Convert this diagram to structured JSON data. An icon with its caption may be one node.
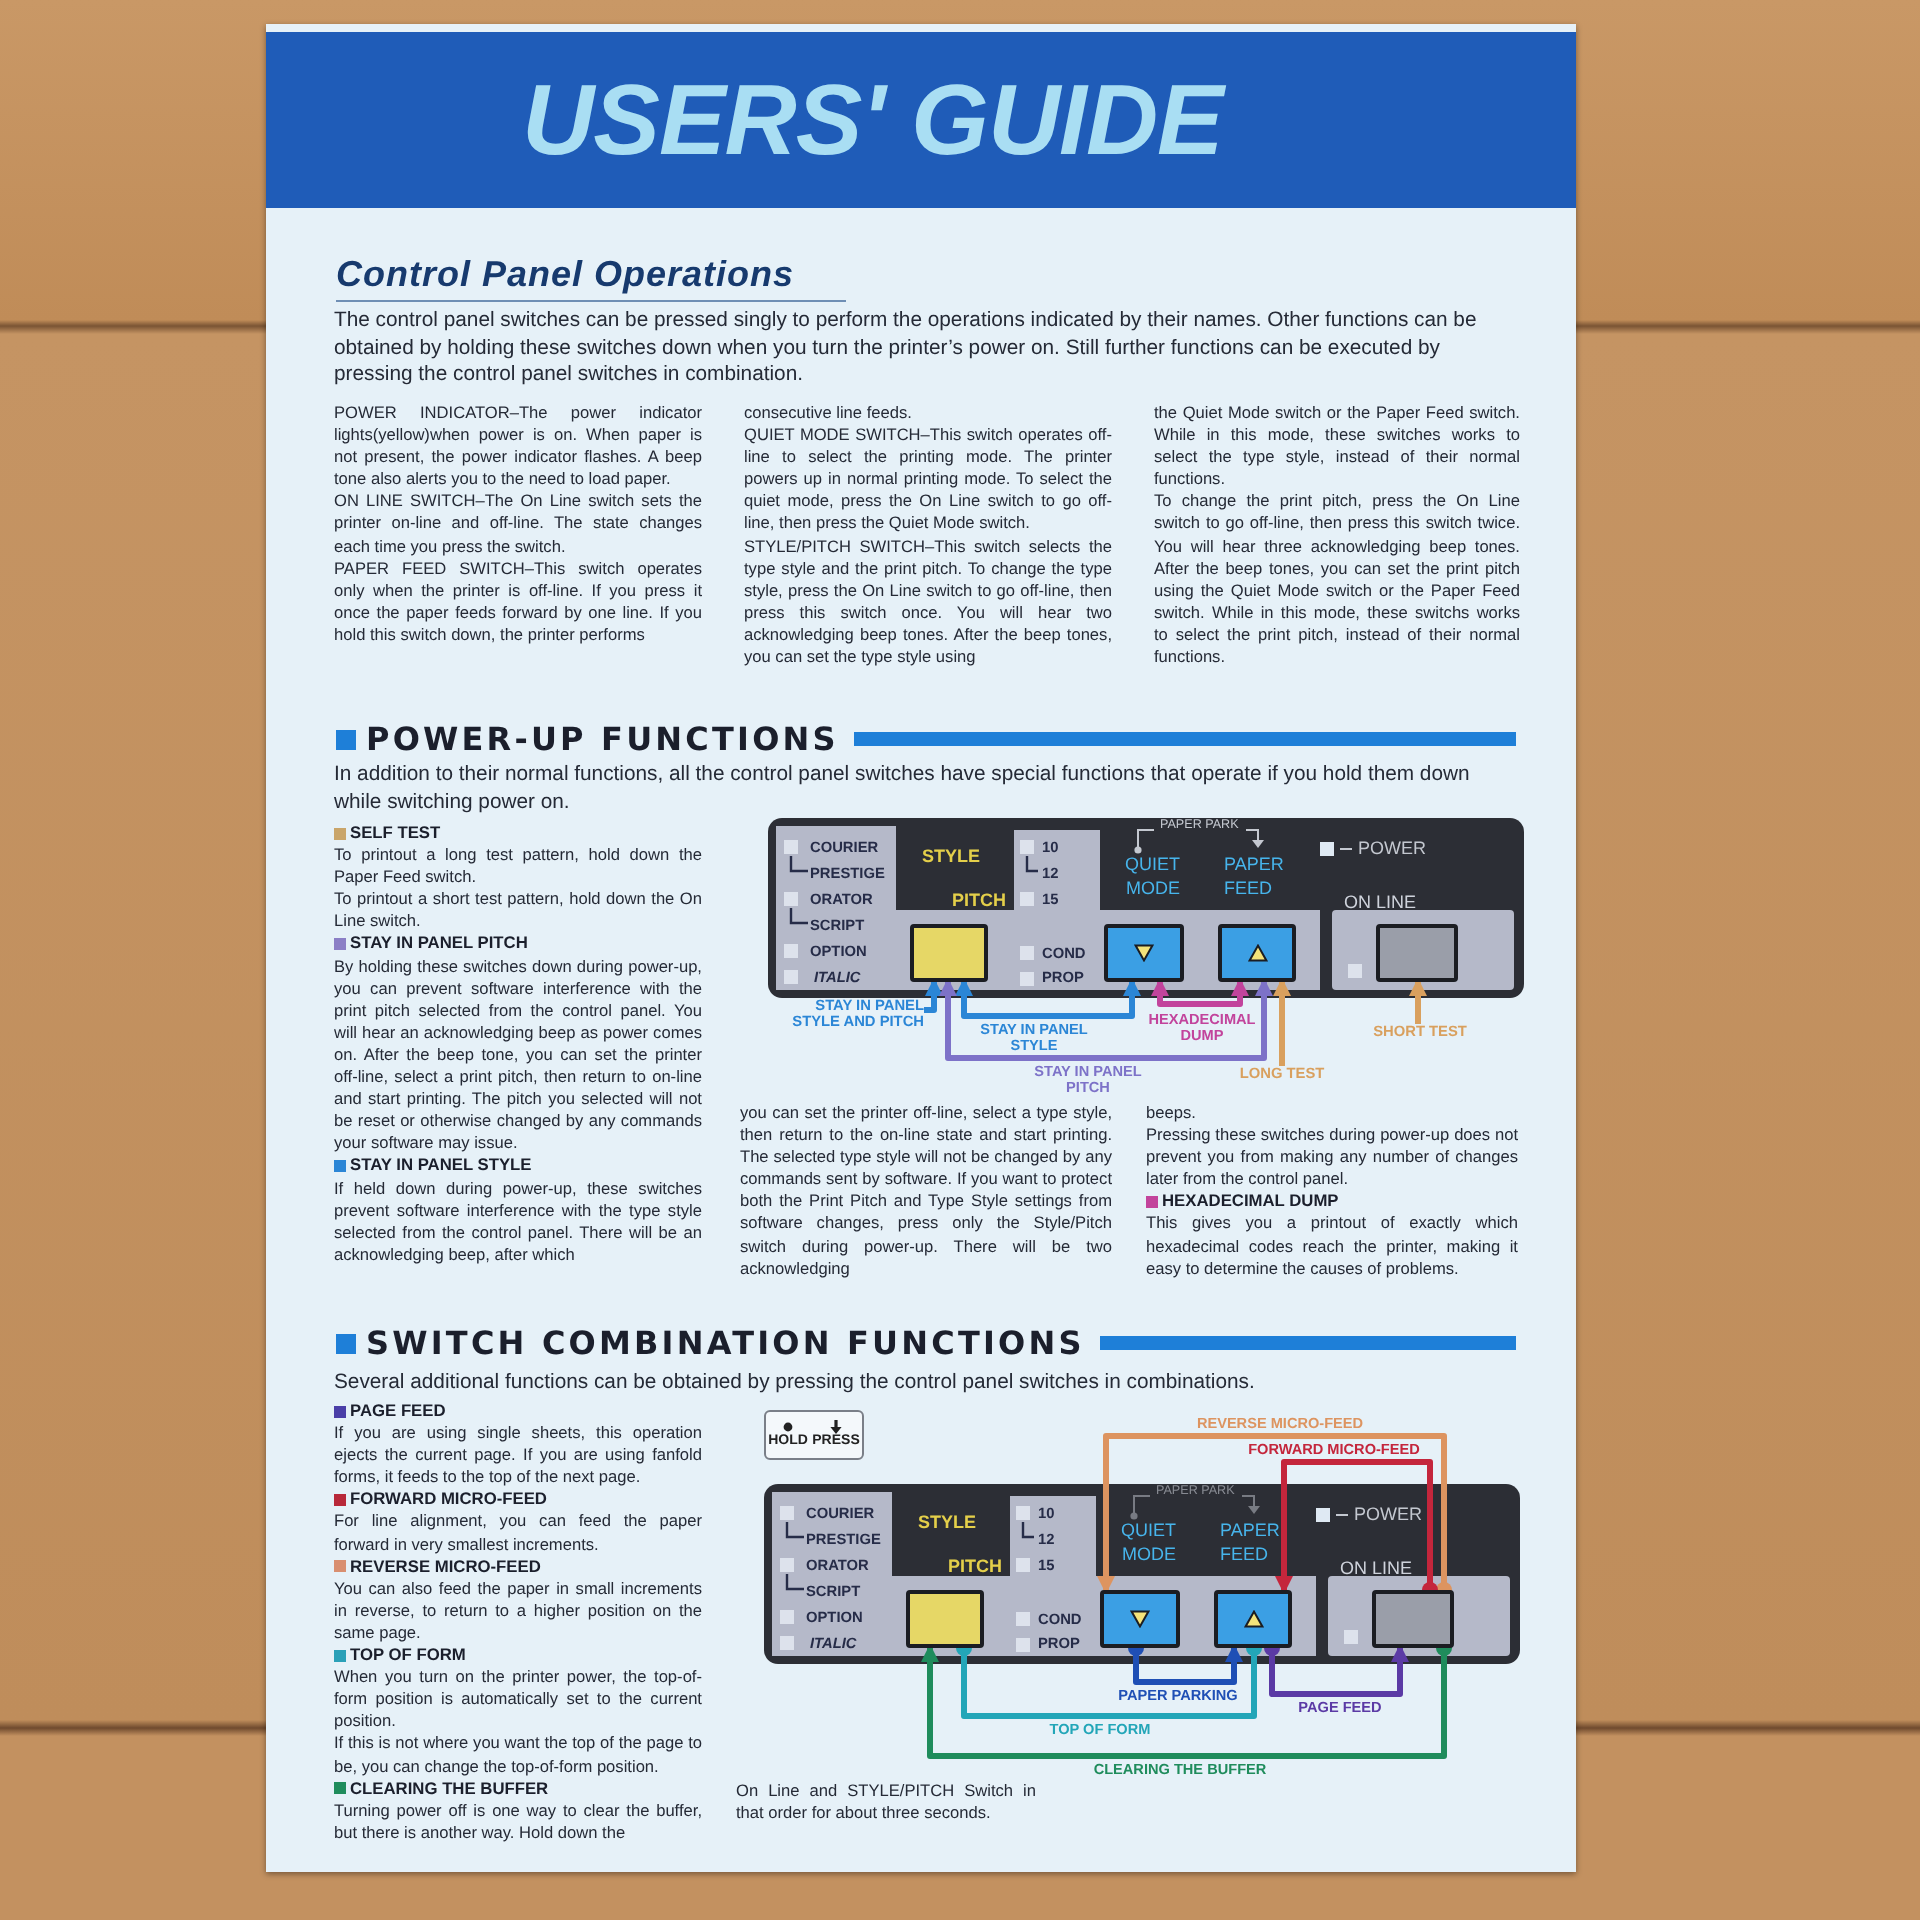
{
  "diagram": {
    "title": "USERS' GUIDE",
    "nodes": [
      {
        "text": [
          "STYLE",
          "PITCH"
        ]
      },
      {
        "text": [
          "QUIET MODE"
        ]
      },
      {
        "text": [
          "PAPER FEED"
        ]
      },
      {
        "text": [
          "ON LINE"
        ]
      },
      {
        "text": [
          "STAY IN PANEL STYLE AND PITCH"
        ]
      },
      {
        "text": [
          "LONG TEST"
        ]
      },
      {
        "text": [
          "SHORT TEST"
        ]
      },
      {
        "text": [
          "STYLE",
          "PITCH"
        ]
      },
      {
        "text": [
          "QUIET MODE"
        ]
      },
      {
        "text": [
          "PAPER FEED"
        ]
      },
      {
        "text": [
          "ON LINE"
        ]
      }
    ],
    "edges": [
      {
        "from": 4,
        "to": 0,
        "arrow": "to",
        "color": "#2b86d6"
      },
      {
        "from": 0,
        "to": 1,
        "arrow": "both",
        "label": "STAY IN PANEL STYLE",
        "color": "#2b86d6"
      },
      {
        "from": 1,
        "to": 2,
        "arrow": "both",
        "label": "HEXADECIMAL DUMP",
        "color": "#c2449c"
      },
      {
        "from": 0,
        "to": 2,
        "arrow": "both",
        "label": "STAY IN PANEL PITCH",
        "color": "#7d72c8"
      },
      {
        "from": 5,
        "to": 2,
        "arrow": "to",
        "color": "#d9a05e"
      },
      {
        "from": 6,
        "to": 3,
        "arrow": "to",
        "color": "#d9a05e"
      },
      {
        "from": 10,
        "to": 8,
        "arrow": "to",
        "label": "REVERSE MICRO-FEED",
        "color": "#dd9460"
      },
      {
        "from": 10,
        "to": 9,
        "arrow": "to",
        "label": "FORWARD MICRO-FEED",
        "color": "#c4263c"
      },
      {
        "from": 8,
        "to": 9,
        "arrow": "to",
        "label": "PAPER PARKING",
        "color": "#1f4fb5"
      },
      {
        "from": 9,
        "to": 10,
        "arrow": "to",
        "label": "PAGE FEED",
        "color": "#5b3aa5"
      },
      {
        "from": 7,
        "to": 9,
        "arrow": "other",
        "label": "TOP OF FORM",
        "color": "#23a6b8"
      },
      {
        "from": 10,
        "to": 7,
        "arrow": "to",
        "label": "CLEARING THE BUFFER",
        "color": "#1f8c5c"
      }
    ],
    "labels": [
      "Control Panel Operations",
      "The control panel switches can be pressed singly to perform the operations indicated by their names. Other functions can be obtained by holding these switches down when you turn the printer’s power on. Still further functions can be executed by pressing the control panel switches in combination.",
      "POWER INDICATOR–The power indicator lights(yellow)when power is on. When paper is not present, the power indicator flashes. A beep tone also alerts you to the need to load paper.",
      "ON LINE SWITCH–The On Line switch sets the printer on-line and off-line. The state changes each time you press the switch.",
      "PAPER FEED SWITCH–This switch operates only when the printer is off-line. If you press it once the paper feeds forward by one line. If you hold this switch down, the printer performs",
      "consecutive line feeds.",
      "QUIET MODE SWITCH–This switch operates off-line to select the printing mode. The printer powers up in normal printing mode. To select the quiet mode, press the On Line switch to go off-line, then press the Quiet Mode switch.",
      "STYLE/PITCH SWITCH–This switch selects the type style and the print pitch. To change the type style, press the On Line switch to go off-line, then press this switch once. You will hear two acknowledging beep tones. After the beep tones, you can set the type style using",
      "the Quiet Mode switch or the Paper Feed switch. While in this mode, these switches works to select the type style, instead of their normal functions.",
      "To change the print pitch, press the On Line switch to go off-line, then press this switch twice. You will hear three acknowledging beep tones. After the beep tones, you can set the print pitch using the Quiet Mode switch or the Paper Feed switch. While in this mode, these switchs works to select the print pitch, instead of their normal functions.",
      "POWER-UP FUNCTIONS",
      "In addition to their normal functions, all the control panel switches have special functions that operate if you hold them down while switching power on.",
      "SELF TEST",
      "To printout a long test pattern, hold down the Paper Feed switch.",
      "To printout a short test pattern, hold down the On Line switch.",
      "STAY IN PANEL PITCH",
      "By holding these switches down during power-up, you can prevent software interference with the print pitch selected from the control panel. You will hear an acknowledging beep as power comes on. After the beep tone, you can set the printer off-line, select a print pitch, then return to on-line and start printing. The pitch you selected will not be reset or otherwise changed by any commands your software may issue.",
      "STAY IN PANEL STYLE",
      "If held down during power-up, these switches prevent software interference with the type style selected from the control panel. There will be an acknowledging beep, after which",
      "COURIER",
      "PRESTIGE",
      "ORATOR",
      "SCRIPT",
      "OPTION",
      "ITALIC",
      "10",
      "12",
      "15",
      "PAPER PARK",
      "POWER",
      "COND",
      "PROP",
      "you can set the printer off-line, select a type style, then return to the on-line state and start printing. The selected type style will not be changed by any commands sent by software. If you want to protect both the Print Pitch and Type Style settings from software changes, press only the Style/Pitch switch during power-up. There will be two acknowledging",
      "beeps.",
      "Pressing these switches during power-up does not prevent you from making any number of changes later from the control panel.",
      "HEXADECIMAL DUMP",
      "This gives you a printout of exactly which hexadecimal codes reach the printer, making it easy to determine the causes of problems.",
      "SWITCH COMBINATION FUNCTIONS",
      "Several additional functions can be obtained by pressing the control panel switches in combinations.",
      "PAGE FEED",
      "If you are using single sheets, this operation ejects the current page. If you are using fanfold forms, it feeds to the top of the next page.",
      "FORWARD MICRO-FEED",
      "For line alignment, you can feed the paper forward in very smallest increments.",
      "REVERSE MICRO-FEED",
      "You can also feed the paper in small increments in reverse, to return to a higher position on the same page.",
      "TOP OF FORM",
      "When you turn on the printer power, the top-of-form position is automatically set to the current position.",
      "If this is not where you want the top of the page to be, you can change the top-of-form position.",
      "CLEARING THE BUFFER",
      "Turning power off is one way to clear the buffer, but there is another way. Hold down the",
      "COURIER",
      "PRESTIGE",
      "ORATOR",
      "SCRIPT",
      "OPTION",
      "ITALIC",
      "10",
      "12",
      "15",
      "PAPER PARK",
      "POWER",
      "COND",
      "PROP",
      "On Line and STYLE/PITCH Switch in that order for about three seconds."
    ],
    "legend": [
      {
        "text": "HOLD"
      },
      {
        "text": "PRESS"
      }
    ]
  }
}
